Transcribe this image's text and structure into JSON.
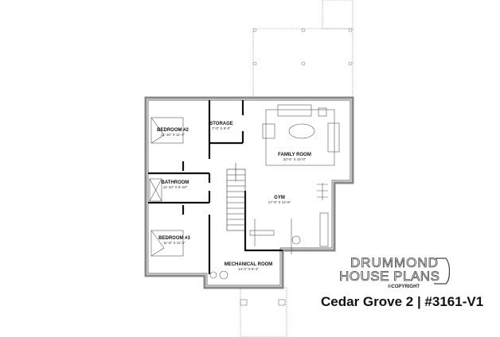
{
  "plan": {
    "rooms": [
      {
        "name": "BEDROOM #2",
        "dims": "11'-10\" X 11'-4\""
      },
      {
        "name": "STORAGE",
        "dims": "7'-0\" X 8'-0\""
      },
      {
        "name": "FAMILY ROOM",
        "dims": "20'-6\" X 15'-0\""
      },
      {
        "name": "BATHROOM",
        "dims": "11'-10\" X 5'-10\""
      },
      {
        "name": "GYM",
        "dims": "17'-0\" X 14'-6\""
      },
      {
        "name": "BEDROOM #3",
        "dims": "11'-8\" X 11'-4\""
      },
      {
        "name": "MECHANICAL ROOM",
        "dims": "14'-4\" X 8'-4\""
      }
    ]
  },
  "logo": {
    "line1": "DRUMMOND",
    "line2": "HOUSE PLANS",
    "copyright": "©COPYRIGHT"
  },
  "title": "Cedar Grove 2 | #3161-V1"
}
